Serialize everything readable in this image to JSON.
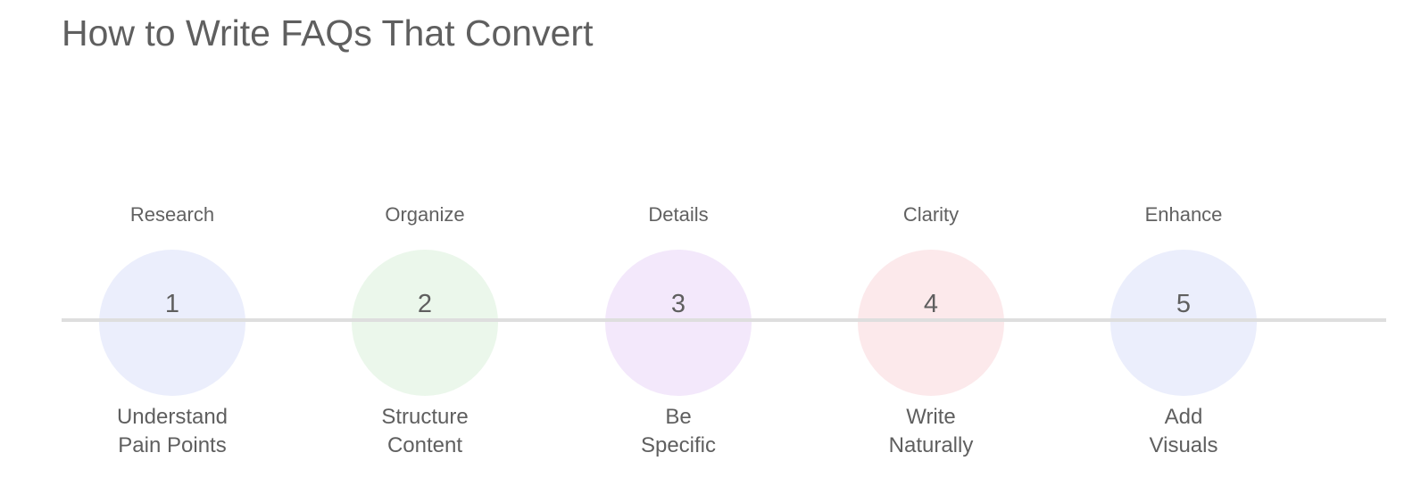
{
  "title": "How to Write FAQs That Convert",
  "steps": [
    {
      "number": "1",
      "category": "Research",
      "label_line1": "Understand",
      "label_line2": "Pain Points",
      "color": "#ebeefc"
    },
    {
      "number": "2",
      "category": "Organize",
      "label_line1": "Structure",
      "label_line2": "Content",
      "color": "#ebf7eb"
    },
    {
      "number": "3",
      "category": "Details",
      "label_line1": "Be",
      "label_line2": "Specific",
      "color": "#f3e8fb"
    },
    {
      "number": "4",
      "category": "Clarity",
      "label_line1": "Write",
      "label_line2": "Naturally",
      "color": "#fce9eb"
    },
    {
      "number": "5",
      "category": "Enhance",
      "label_line1": "Add",
      "label_line2": "Visuals",
      "color": "#ebeefc"
    }
  ]
}
